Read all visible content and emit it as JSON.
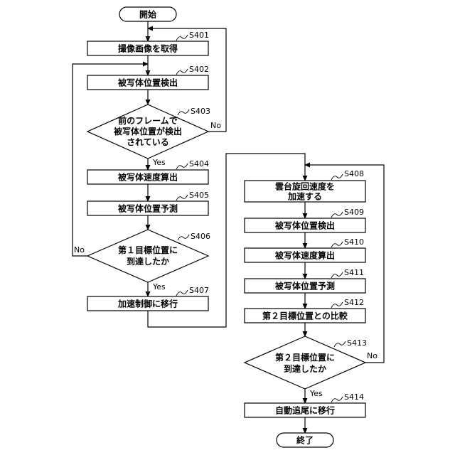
{
  "flowchart": {
    "start": "開始",
    "end": "終了",
    "steps": {
      "s401": {
        "id": "S401",
        "label": "撮像画像を取得"
      },
      "s402": {
        "id": "S402",
        "label": "被写体位置検出"
      },
      "s403": {
        "id": "S403",
        "lines": [
          "前のフレームで",
          "被写体位置が検出",
          "されている"
        ]
      },
      "s404": {
        "id": "S404",
        "label": "被写体速度算出"
      },
      "s405": {
        "id": "S405",
        "label": "被写体位置予測"
      },
      "s406": {
        "id": "S406",
        "lines": [
          "第１目標位置に",
          "到達したか"
        ]
      },
      "s407": {
        "id": "S407",
        "label": "加速制御に移行"
      },
      "s408": {
        "id": "S408",
        "lines": [
          "雲台旋回速度を",
          "加速する"
        ]
      },
      "s409": {
        "id": "S409",
        "label": "被写体位置検出"
      },
      "s410": {
        "id": "S410",
        "label": "被写体速度算出"
      },
      "s411": {
        "id": "S411",
        "label": "被写体位置予測"
      },
      "s412": {
        "id": "S412",
        "label": "第２目標位置との比較"
      },
      "s413": {
        "id": "S413",
        "lines": [
          "第２目標位置に",
          "到達したか"
        ]
      },
      "s414": {
        "id": "S414",
        "label": "自動追尾に移行"
      }
    },
    "branch": {
      "yes": "Yes",
      "no": "No"
    }
  }
}
